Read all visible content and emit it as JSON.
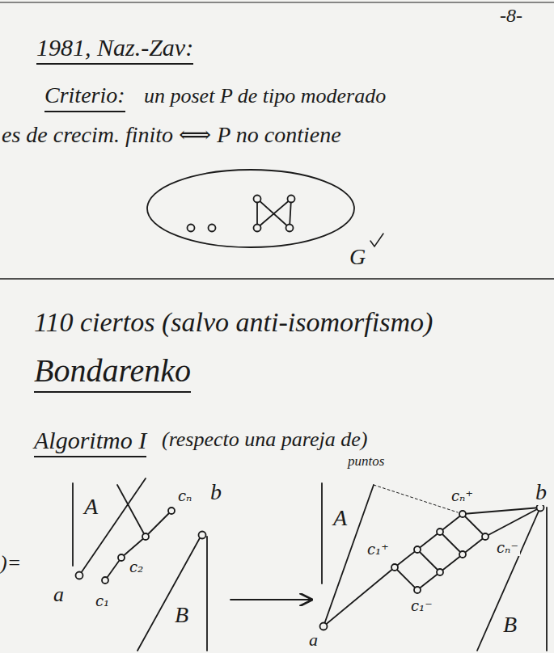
{
  "diagram": {
    "nodes": [
      {
        "text": [
          "G"
        ]
      }
    ],
    "labels": [
      "-8-",
      "1981, Naz.-Zav:",
      "Criterio:",
      "un poset P de tipo moderado",
      "es de crecim. finito ⟺ P no contiene",
      "110 ciertos (salvo anti-isomorfismo)",
      "Bondarenko",
      "Algoritmo I",
      "(respecto una pareja de)",
      "puntos",
      ")=",
      "A",
      "a",
      "c₁",
      "c₂",
      "cₙ",
      "b",
      "B",
      "A",
      "a",
      "c₁⁺",
      "c₁⁻",
      "cₙ⁺",
      "cₙ⁻",
      "b",
      "B"
    ]
  }
}
